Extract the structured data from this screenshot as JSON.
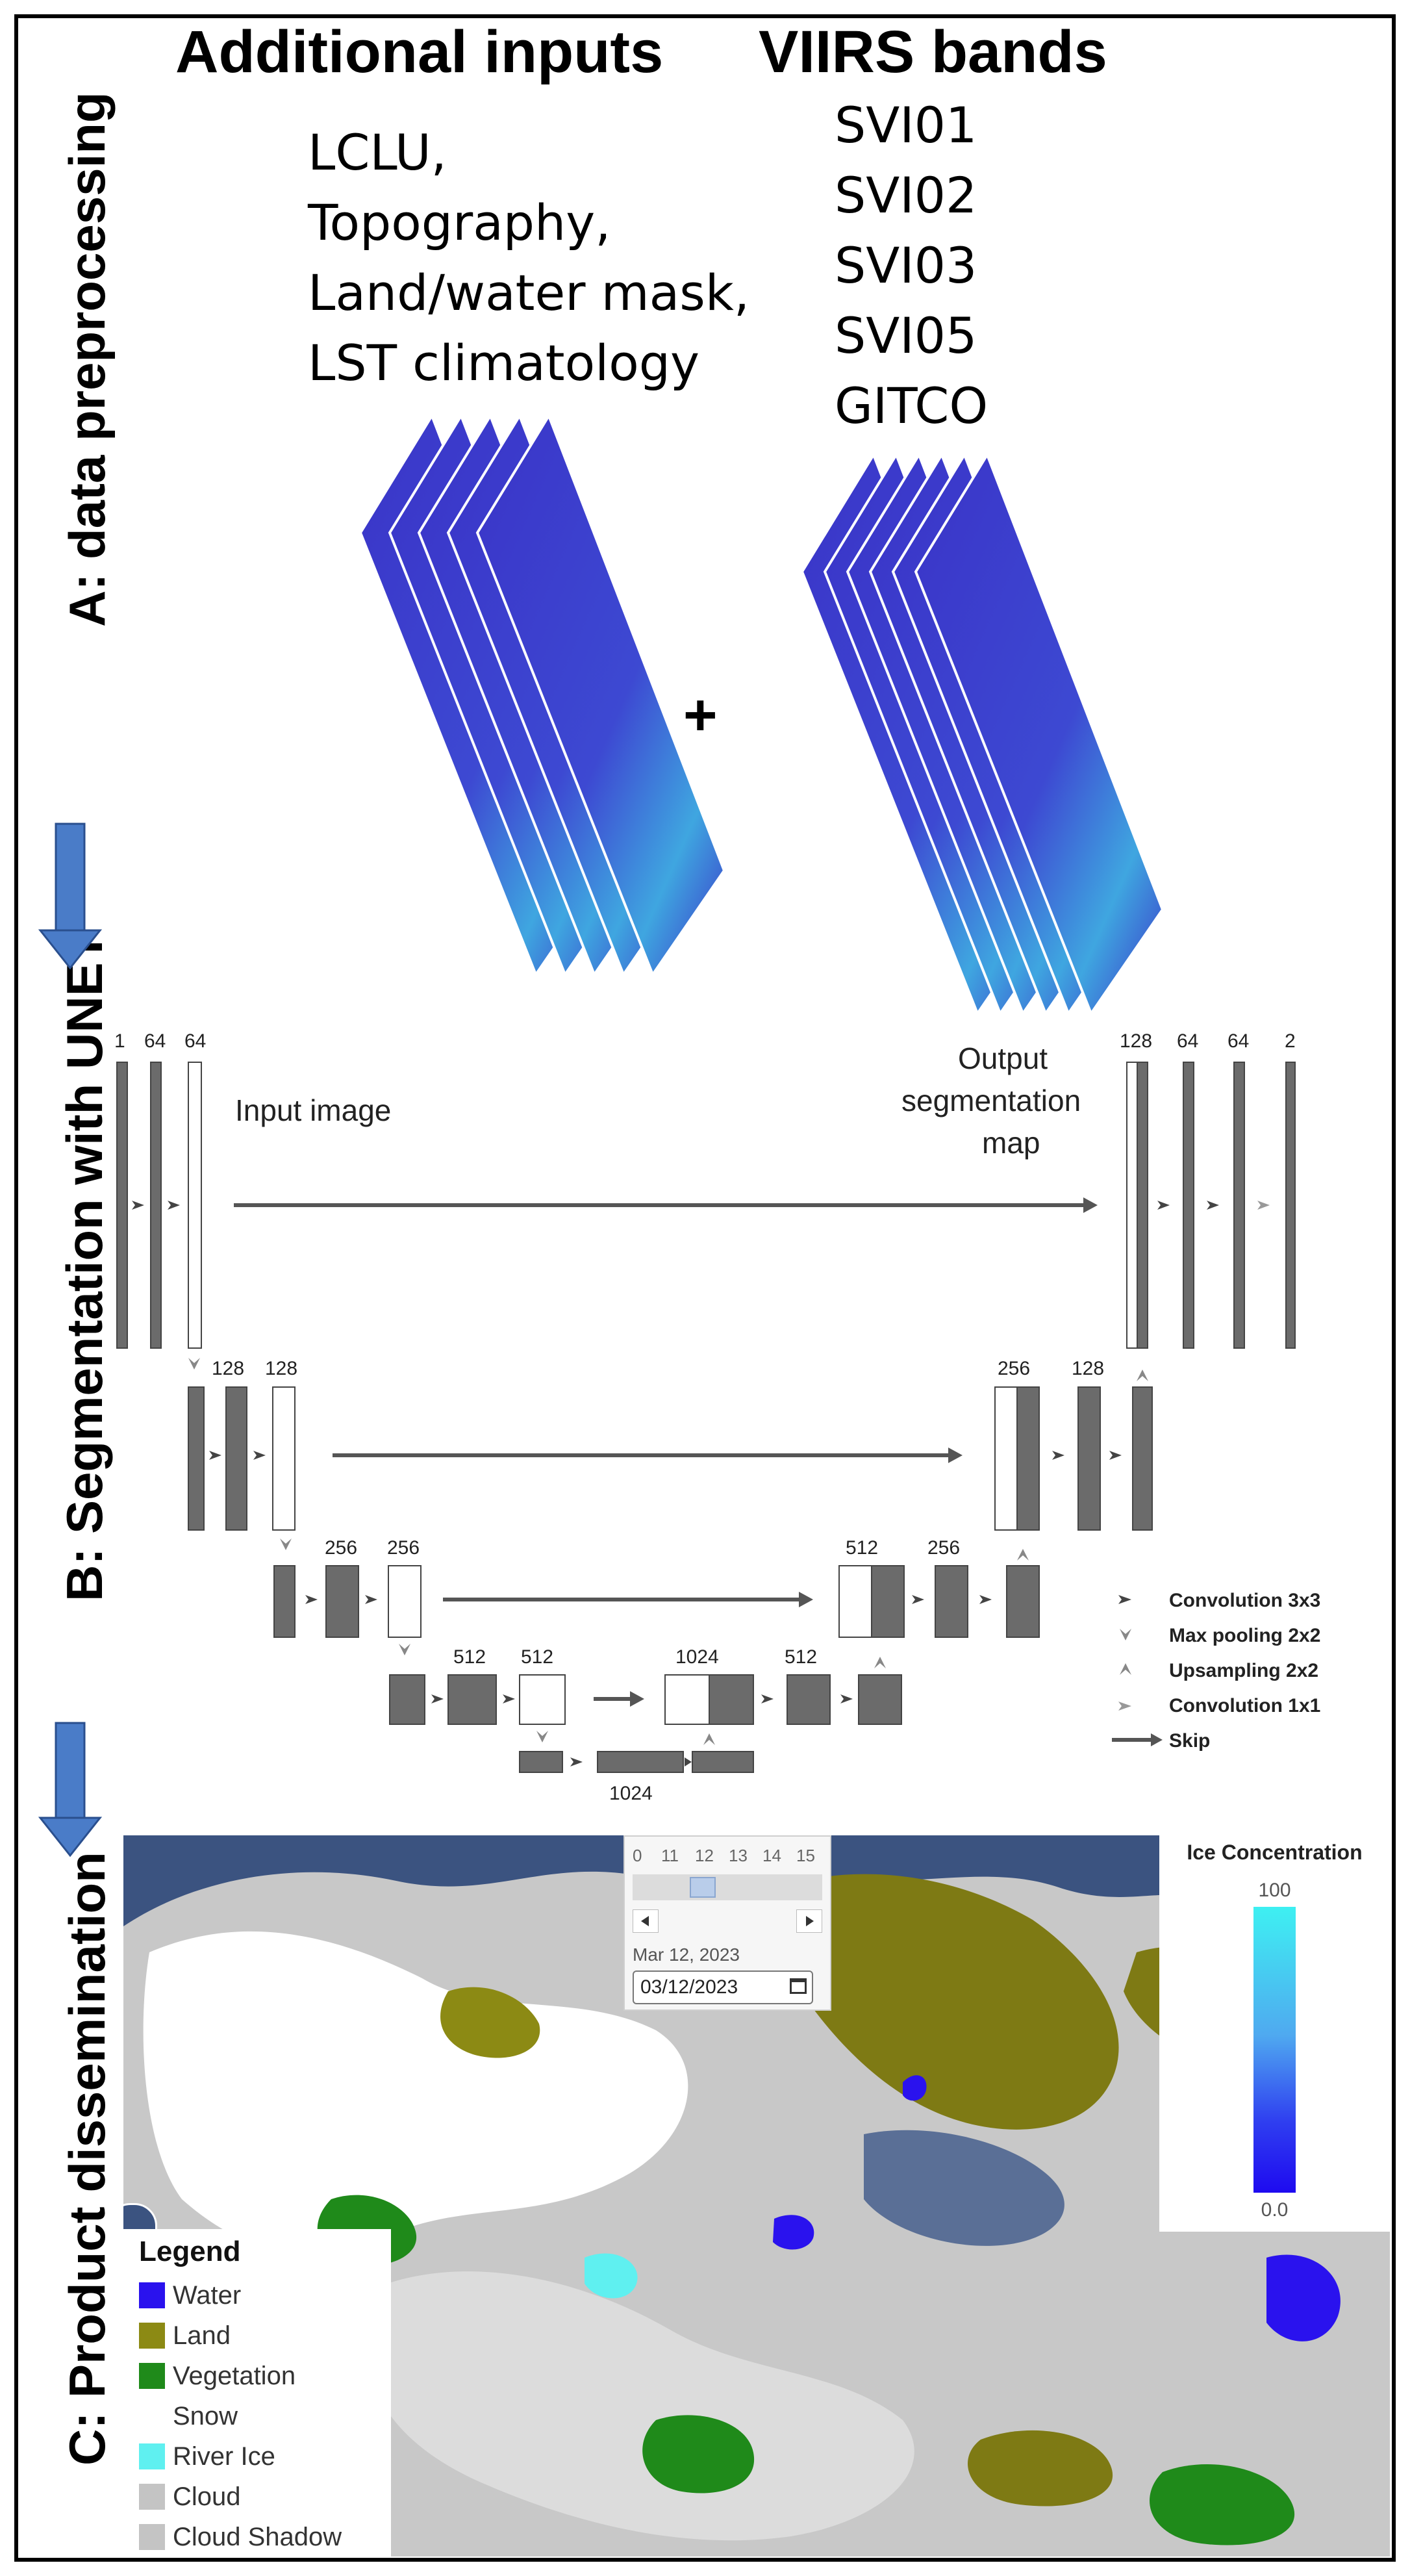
{
  "sections": {
    "a": "A: data preprocessing",
    "b": "B: Segmentation with UNET",
    "c": "C: Product dissemination"
  },
  "preprocessing": {
    "additional_heading": "Additional inputs",
    "viirs_heading": "VIIRS bands",
    "additional_inputs": [
      "LCLU,",
      "Topography,",
      "Land/water mask,",
      "LST climatology"
    ],
    "viirs_bands": [
      "SVI01",
      "SVI02",
      "SVI03",
      "SVI05",
      "GITCO"
    ],
    "plus": "+"
  },
  "unet": {
    "input_label": "Input image",
    "output_label": [
      "Output",
      "segmentation",
      "map"
    ],
    "channel_labels": {
      "enc1": [
        "1",
        "64",
        "64"
      ],
      "enc2": [
        "128",
        "128"
      ],
      "enc3": [
        "256",
        "256"
      ],
      "enc4": [
        "512",
        "512"
      ],
      "bottom": "1024",
      "dec4": [
        "1024",
        "512"
      ],
      "dec3": [
        "512",
        "256"
      ],
      "dec2": [
        "256",
        "128"
      ],
      "dec1": [
        "128",
        "64",
        "64",
        "2"
      ]
    },
    "legend": [
      "Convolution 3x3",
      "Max pooling 2x2",
      "Upsampling 2x2",
      "Convolution 1x1",
      "Skip"
    ]
  },
  "map": {
    "legend_title": "Legend",
    "legend_items": [
      {
        "label": "Water",
        "color": "#2a12ee"
      },
      {
        "label": "Land",
        "color": "#8c8a14"
      },
      {
        "label": "Vegetation",
        "color": "#1f8a1a"
      },
      {
        "label": "Snow",
        "color": "#ffffff"
      },
      {
        "label": "River Ice",
        "color": "#5ff0f0"
      },
      {
        "label": "Cloud",
        "color": "#c4c4c4"
      },
      {
        "label": "Cloud Shadow",
        "color": "#c4c4c4"
      }
    ],
    "timeline_ticks": [
      "0",
      "11",
      "12",
      "13",
      "14",
      "15"
    ],
    "date_caption": "Mar 12, 2023",
    "date_value": "03/12/2023",
    "ice_title": "Ice Concentration",
    "ice_max": "100",
    "ice_min": "0.0"
  },
  "colors": {
    "layer_dark": "#3a34c8",
    "layer_light": "#3fd6e6",
    "block_fill": "#6b6b6b",
    "flow_arrow": "#4a7cc8"
  }
}
